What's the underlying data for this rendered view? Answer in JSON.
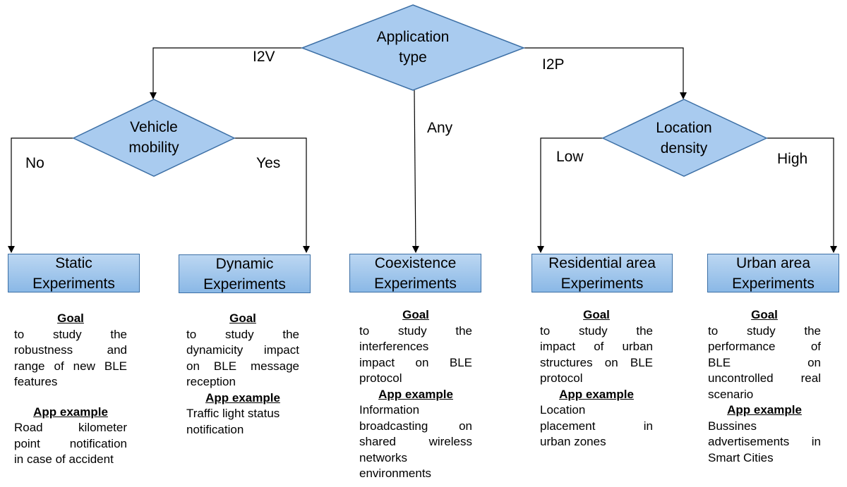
{
  "decisions": {
    "application_type": {
      "line1": "Application",
      "line2": "type"
    },
    "vehicle_mobility": {
      "line1": "Vehicle",
      "line2": "mobility"
    },
    "location_density": {
      "line1": "Location",
      "line2": "density"
    }
  },
  "edge_labels": {
    "i2v": "I2V",
    "i2p": "I2P",
    "any": "Any",
    "no": "No",
    "yes": "Yes",
    "low": "Low",
    "high": "High"
  },
  "experiments": [
    {
      "title_1": "Static",
      "title_2": "Experiments",
      "goal_heading": "Goal",
      "goal_lines": [
        "to study the",
        "robustness and",
        "range of new BLE",
        "features"
      ],
      "example_heading": "App example",
      "example_lines": [
        "Road kilometer",
        "point notification",
        "in case of accident"
      ]
    },
    {
      "title_1": "Dynamic",
      "title_2": "Experiments",
      "goal_heading": "Goal",
      "goal_lines": [
        "to study the",
        "dynamicity impact",
        "on BLE message",
        "reception"
      ],
      "example_heading": "App example",
      "example_lines": [
        "Traffic light status",
        "notification"
      ]
    },
    {
      "title_1": "Coexistence",
      "title_2": "Experiments",
      "goal_heading": "Goal",
      "goal_lines": [
        "to study the",
        "interferences",
        "impact on BLE",
        "protocol"
      ],
      "example_heading": "App example",
      "example_lines": [
        "Information",
        "broadcasting on",
        "shared wireless",
        "networks",
        "environments"
      ]
    },
    {
      "title_1": "Residential area",
      "title_2": "Experiments",
      "goal_heading": "Goal",
      "goal_lines": [
        "to study the",
        "impact of urban",
        "structures on BLE",
        "protocol"
      ],
      "example_heading": "App example",
      "example_lines": [
        "Location",
        "placement in",
        "urban zones"
      ]
    },
    {
      "title_1": "Urban area",
      "title_2": "Experiments",
      "goal_heading": "Goal",
      "goal_lines": [
        "to study the",
        "performance of",
        "BLE on",
        "uncontrolled real",
        "scenario"
      ],
      "example_heading": "App example",
      "example_lines": [
        "Bussines",
        "advertisements in",
        "Smart Cities"
      ]
    }
  ],
  "colors": {
    "diamond_fill": "#a9cbef",
    "box_fill_top": "#bcd7f2",
    "box_fill_bottom": "#8ab8e6",
    "outline": "#3c6fa5",
    "line": "#000000"
  }
}
